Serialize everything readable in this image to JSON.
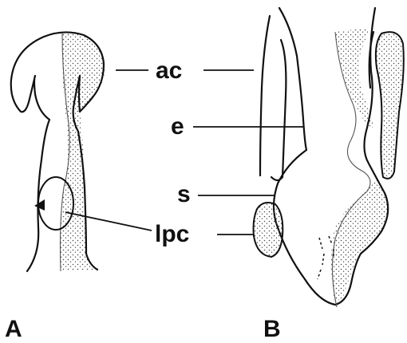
{
  "figure": {
    "panels": [
      {
        "id": "A",
        "label": "A"
      },
      {
        "id": "B",
        "label": "B"
      }
    ],
    "structure_labels": {
      "ac": "ac",
      "e": "e",
      "s": "s",
      "lpc": "lpc"
    },
    "colors": {
      "ink": "#111111",
      "stipple": "#4a4a4a",
      "background": "#ffffff"
    }
  }
}
